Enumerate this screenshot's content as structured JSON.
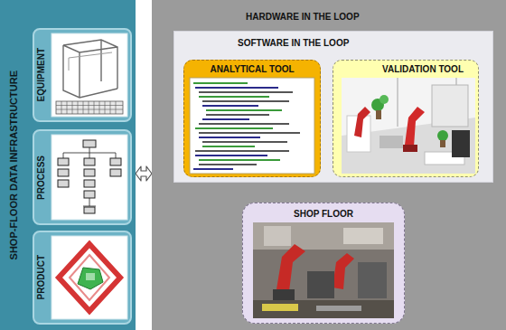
{
  "diagram": {
    "nodes": [
      {
        "text": [
          "SHOP-FLOOR DATA INFRASTRUCTURE"
        ]
      },
      {
        "text": [
          "EQUIPMENT"
        ],
        "in": 0
      },
      {
        "text": [
          "PROCESS"
        ],
        "in": 0
      },
      {
        "text": [
          "PRODUCT"
        ],
        "in": 0
      },
      {
        "text": [
          "HARDWARE IN THE LOOP"
        ]
      },
      {
        "text": [
          "SOFTWARE IN THE LOOP"
        ],
        "in": 4
      },
      {
        "text": [
          "ANALYTICAL TOOL"
        ],
        "in": 5
      },
      {
        "text": [
          "VALIDATION TOOL"
        ],
        "in": 5
      },
      {
        "text": [
          "SHOP FLOOR"
        ],
        "in": 4
      }
    ],
    "edges": [
      {
        "from": 0,
        "to": 4,
        "arrow": "both"
      },
      {
        "from": 6,
        "to": 7,
        "arrow": "to"
      },
      {
        "from": 7,
        "to": 6,
        "arrow": "to"
      },
      {
        "from": 5,
        "to": 8,
        "arrow": "both"
      }
    ]
  }
}
